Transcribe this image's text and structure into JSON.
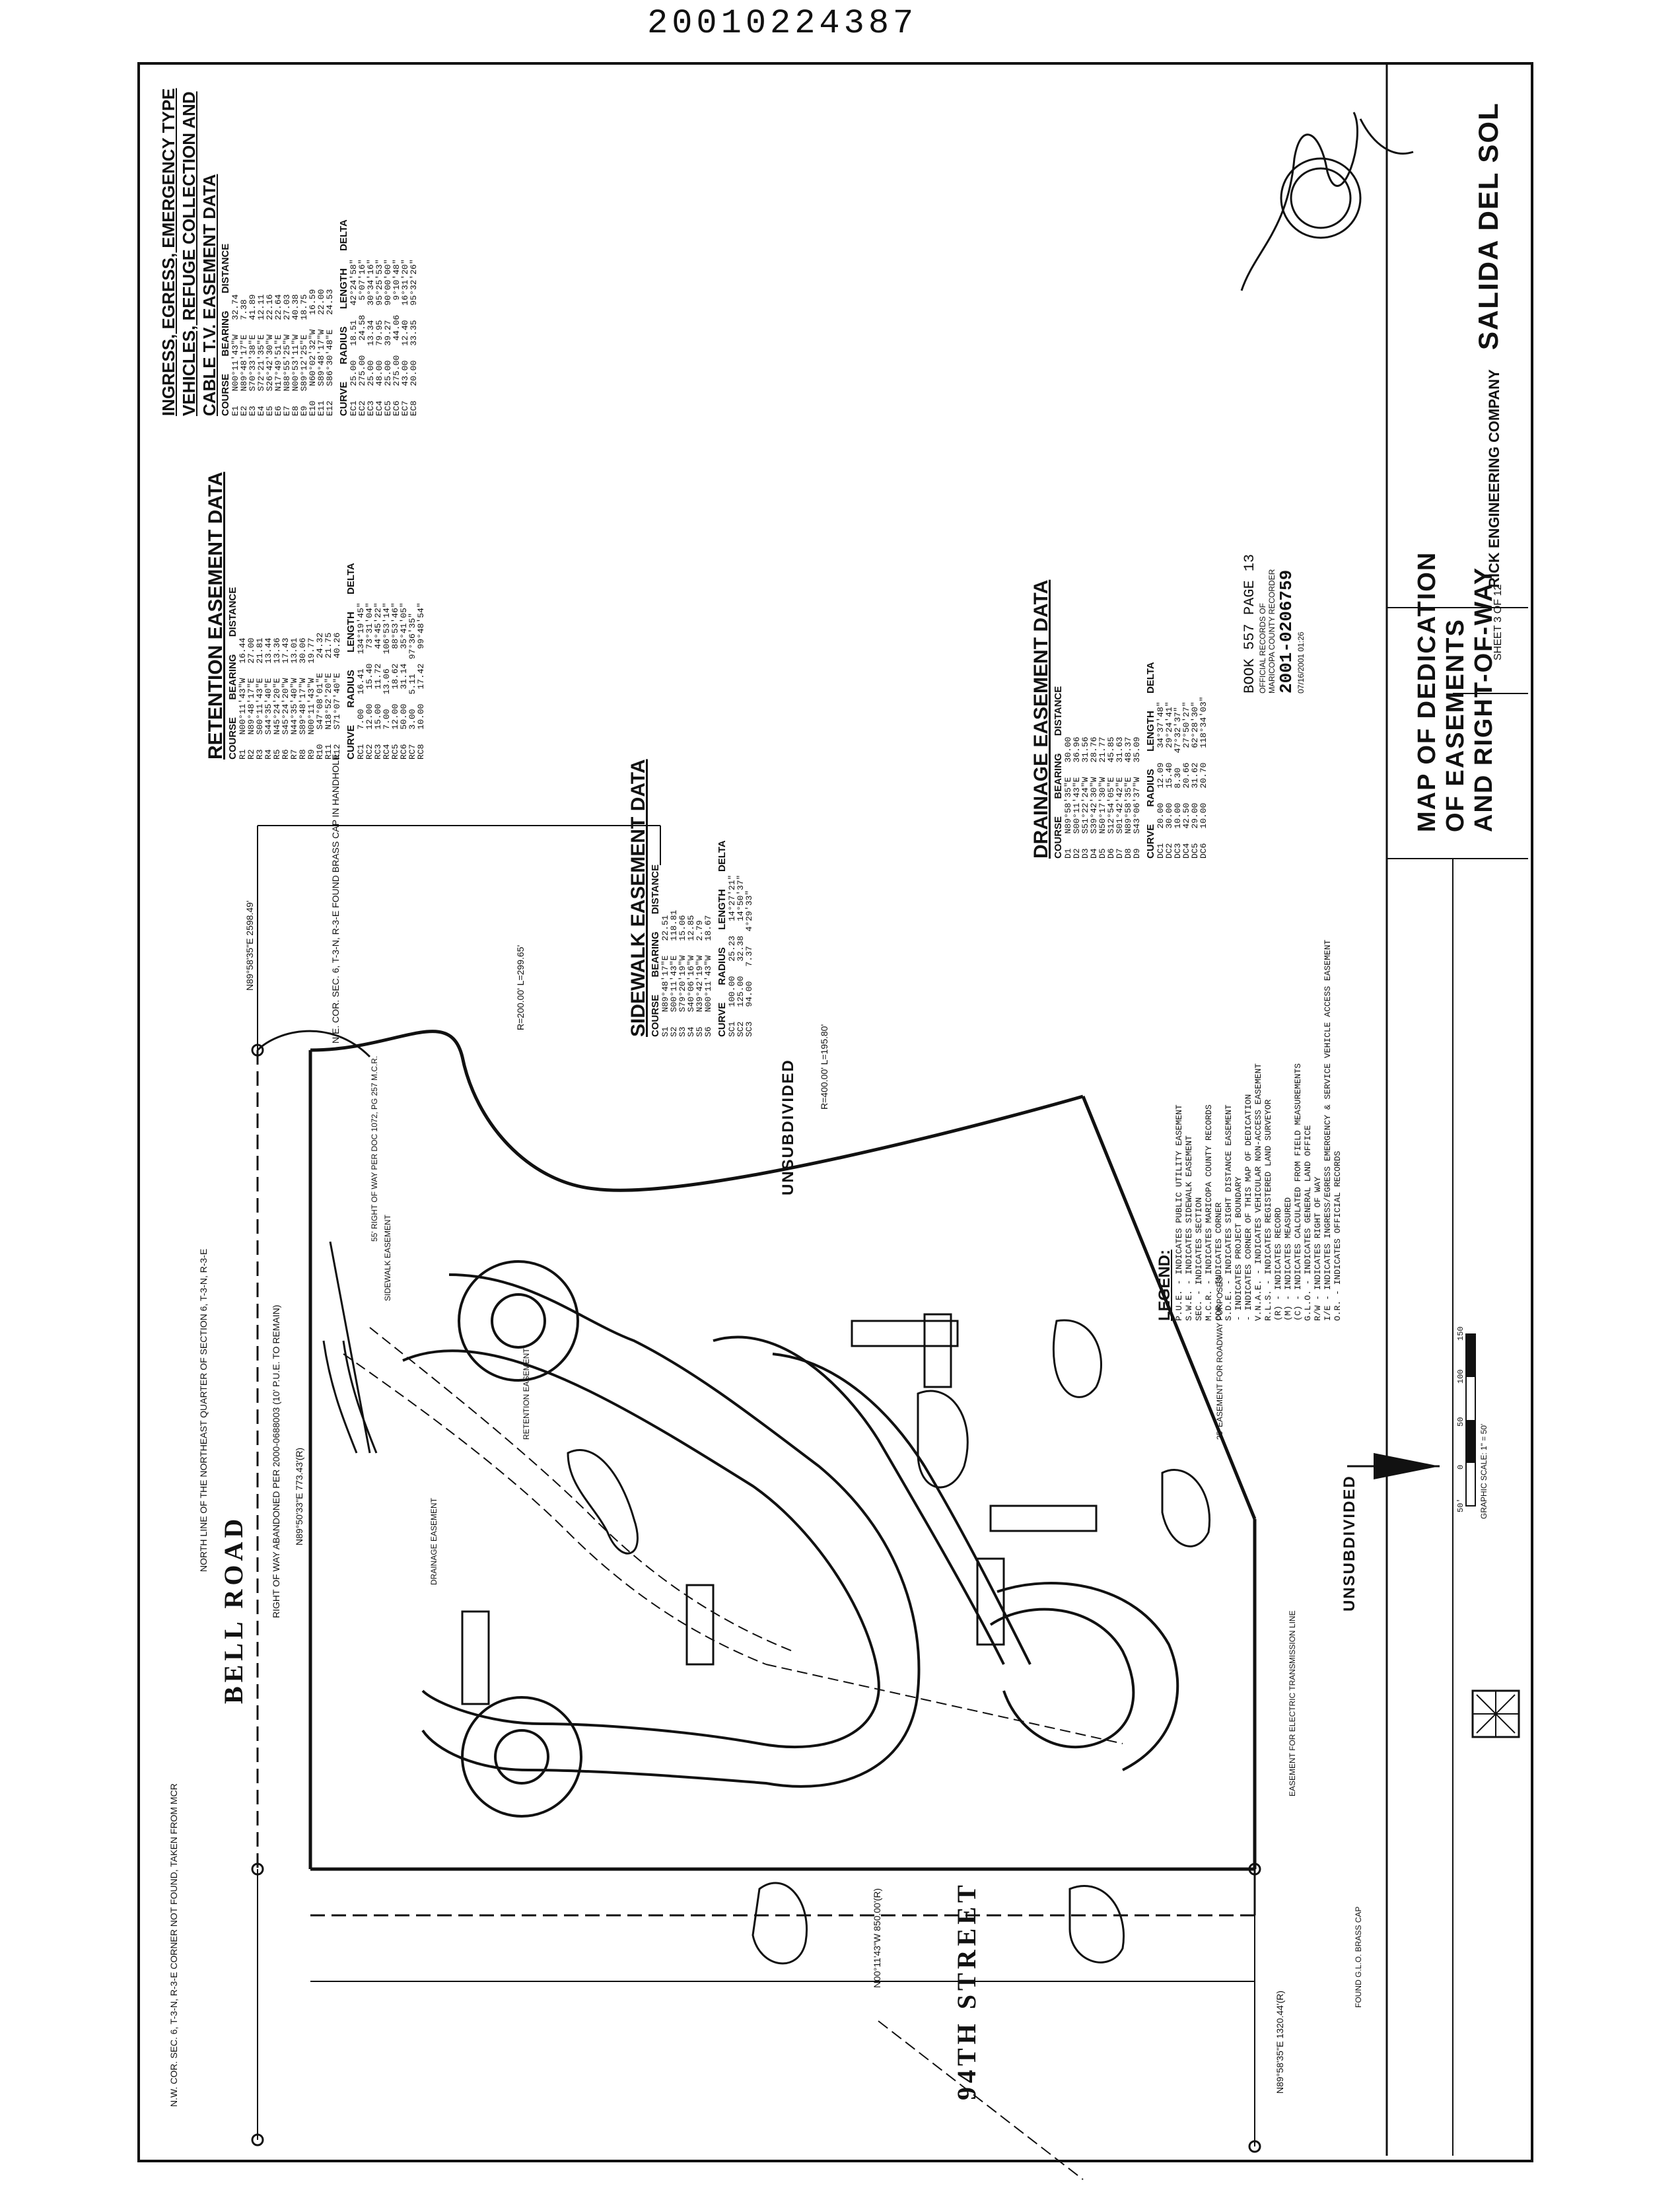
{
  "document_number": "20010224387",
  "map": {
    "subdivision_name": "SALIDA DEL SOL",
    "title_lines": [
      "MAP OF DEDICATION",
      "OF EASEMENTS",
      "AND RIGHT-OF-WAY"
    ],
    "sheet": "SHEET 3 OF 12",
    "engineer": "RICK ENGINEERING COMPANY",
    "recording": [
      "BOOK 557 PAGE 13",
      "OFFICIAL RECORDS OF",
      "MARICOPA COUNTY RECORDER",
      "2001-0206759",
      "07/16/2001 01:26"
    ],
    "scale_label": "GRAPHIC SCALE: 1\" = 50'",
    "scale_ticks": [
      "50'",
      "0",
      "50",
      "100",
      "150"
    ]
  },
  "streets": {
    "bell_road": "BELL ROAD",
    "ninety_fourth": "94TH STREET",
    "unsubdivided": "UNSUBDIVIDED"
  },
  "annotations": {
    "ne_corner": "N.E. COR. SEC. 6, T-3-N, R-3-E FOUND BRASS CAP IN HANDHOLE",
    "north_line": "NORTH LINE OF THE NORTHEAST QUARTER OF SECTION 6, T-3-N, R-3-E",
    "nw_corner": "N.W. COR. SEC. 6, T-3-N, R-3-E CORNER NOT FOUND, TAKEN FROM MCR",
    "row_abandoned": "RIGHT OF WAY ABANDONED PER 2000-0688003 (10' P.U.E. TO REMAIN)",
    "bearing_top": "N89°58'35\"E 2598.49'",
    "bearing_west": "N89°50'33\"E 773.43'(R)",
    "bearing_bottom": "N89°58'35\"E 1320.44'(R)",
    "street_94th_bearing": "N00°11'43\"W 850.00'(R)",
    "curve_top": "R=200.00' L=299.65'",
    "curve_mid": "R=400.00' L=195.80'",
    "sidewalk_easement": "SIDEWALK EASEMENT",
    "drainage_easement": "DRAINAGE EASEMENT",
    "retention_easement": "RETENTION EASEMENT",
    "easement_roadway": "25' EASEMENT FOR ROADWAY PURPOSES",
    "transmission": "EASEMENT FOR ELECTRIC TRANSMISSION LINE",
    "found_gld_brass": "FOUND G.L.O. BRASS CAP",
    "row_55": "55' RIGHT OF WAY PER DOC 1072, PG 257 M.C.R."
  },
  "legend": {
    "title": "LEGEND:",
    "items": [
      "P.U.E. - INDICATES PUBLIC UTILITY EASEMENT",
      "S.W.E. - INDICATES SIDEWALK EASEMENT",
      "SEC. - INDICATES SECTION",
      "M.C.R. - INDICATES MARICOPA COUNTY RECORDS",
      "COR. - INDICATES CORNER",
      "S.D.E. - INDICATES SIGHT DISTANCE EASEMENT",
      "- INDICATES PROJECT BOUNDARY",
      "- INDICATES CORNER OF THIS MAP OF DEDICATION",
      "V.N.A.E. - INDICATES VEHICULAR NON-ACCESS EASEMENT",
      "R.L.S. - INDICATES REGISTERED LAND SURVEYOR",
      "(R) - INDICATES RECORD",
      "(M) - INDICATES MEASURED",
      "(C) - INDICATES CALCULATED FROM FIELD MEASUREMENTS",
      "G.L.O. - INDICATES GENERAL LAND OFFICE",
      "R/W - INDICATES RIGHT OF WAY",
      "I/E - INDICATES INGRESS/EGRESS EMERGENCY & SERVICE VEHICLE ACCESS EASEMENT",
      "O.R. - INDICATES OFFICIAL RECORDS"
    ]
  },
  "tables": {
    "retention": {
      "title": "RETENTION EASEMENT DATA",
      "line_head": [
        "COURSE",
        "BEARING",
        "DISTANCE"
      ],
      "lines": [
        [
          "R1",
          "N00°11'43\"W",
          "16.44"
        ],
        [
          "R2",
          "N89°48'17\"E",
          "27.00"
        ],
        [
          "R3",
          "S00°11'43\"E",
          "21.81"
        ],
        [
          "R4",
          "S44°35'40\"E",
          "13.44"
        ],
        [
          "R5",
          "N45°24'20\"E",
          "13.36"
        ],
        [
          "R6",
          "S45°24'20\"W",
          "17.43"
        ],
        [
          "R7",
          "N44°35'40\"W",
          "13.01"
        ],
        [
          "R8",
          "S89°48'17\"W",
          "30.06"
        ],
        [
          "R9",
          "N00°11'43\"W",
          "19.77"
        ],
        [
          "R10",
          "S47°08'01\"E",
          "24.32"
        ],
        [
          "R11",
          "N18°52'20\"E",
          "21.75"
        ],
        [
          "R12",
          "S71°07'40\"E",
          "40.26"
        ]
      ],
      "curve_head": [
        "CURVE",
        "RADIUS",
        "LENGTH",
        "DELTA"
      ],
      "curves": [
        [
          "RC1",
          "7.00",
          "16.41",
          "134°19'45\""
        ],
        [
          "RC2",
          "12.00",
          "15.40",
          "73°31'04\""
        ],
        [
          "RC3",
          "15.00",
          "11.72",
          "44°45'22\""
        ],
        [
          "RC4",
          "7.00",
          "13.06",
          "106°53'14\""
        ],
        [
          "RC5",
          "12.00",
          "18.62",
          "88°53'46\""
        ],
        [
          "RC6",
          "50.00",
          "31.14",
          "35°41'05\""
        ],
        [
          "RC7",
          "3.00",
          "5.11",
          "97°36'35\""
        ],
        [
          "RC8",
          "10.00",
          "17.42",
          "99°48'54\""
        ]
      ]
    },
    "ingress": {
      "title": "INGRESS, EGRESS, EMERGENCY TYPE VEHICLES, REFUGE COLLECTION AND CABLE T.V. EASEMENT DATA",
      "line_head": [
        "COURSE",
        "BEARING",
        "DISTANCE"
      ],
      "lines": [
        [
          "E1",
          "N00°11'43\"W",
          "32.74"
        ],
        [
          "E2",
          "N89°48'17\"E",
          "7.38"
        ],
        [
          "E3",
          "S70°33'38\"E",
          "41.89"
        ],
        [
          "E4",
          "S72°21'35\"E",
          "12.11"
        ],
        [
          "E5",
          "S26°42'30\"W",
          "22.16"
        ],
        [
          "E6",
          "N17°49'51\"E",
          "22.64"
        ],
        [
          "E7",
          "N88°55'25\"W",
          "27.03"
        ],
        [
          "E8",
          "N00°53'11\"W",
          "40.38"
        ],
        [
          "E9",
          "S89°12'25\"E",
          "18.75"
        ],
        [
          "E10",
          "N60°02'32\"W",
          "16.59"
        ],
        [
          "E11",
          "S89°48'17\"W",
          "22.00"
        ],
        [
          "E12",
          "S86°30'48\"E",
          "24.53"
        ]
      ],
      "curve_head": [
        "CURVE",
        "RADIUS",
        "LENGTH",
        "DELTA"
      ],
      "curves": [
        [
          "EC1",
          "25.00",
          "18.51",
          "42°24'58\""
        ],
        [
          "EC2",
          "275.00",
          "24.58",
          "5°07'16\""
        ],
        [
          "EC3",
          "25.00",
          "13.34",
          "30°34'16\""
        ],
        [
          "EC4",
          "48.00",
          "79.95",
          "95°25'53\""
        ],
        [
          "EC5",
          "25.00",
          "39.27",
          "90°00'00\""
        ],
        [
          "EC6",
          "275.00",
          "44.06",
          "9°10'48\""
        ],
        [
          "EC7",
          "43.00",
          "12.40",
          "16°31'20\""
        ],
        [
          "EC8",
          "20.00",
          "33.35",
          "95°32'26\""
        ]
      ]
    },
    "sidewalk": {
      "title": "SIDEWALK EASEMENT DATA",
      "line_head": [
        "COURSE",
        "BEARING",
        "DISTANCE"
      ],
      "lines": [
        [
          "S1",
          "N89°48'17\"E",
          "22.51"
        ],
        [
          "S2",
          "S00°11'43\"E",
          "118.81"
        ],
        [
          "S3",
          "S79°20'19\"W",
          "15.06"
        ],
        [
          "S4",
          "S40°06'16\"W",
          "12.85"
        ],
        [
          "S5",
          "N39°42'19\"W",
          "2.79"
        ],
        [
          "S6",
          "N00°11'43\"W",
          "18.67"
        ]
      ],
      "curve_head": [
        "CURVE",
        "RADIUS",
        "LENGTH",
        "DELTA"
      ],
      "curves": [
        [
          "SC1",
          "100.00",
          "25.23",
          "14°27'21\""
        ],
        [
          "SC2",
          "125.00",
          "32.38",
          "14°50'37\""
        ],
        [
          "SC3",
          "94.00",
          "7.37",
          "4°29'33\""
        ]
      ]
    },
    "drainage": {
      "title": "DRAINAGE EASEMENT DATA",
      "line_head": [
        "COURSE",
        "BEARING",
        "DISTANCE"
      ],
      "lines": [
        [
          "D1",
          "N89°58'35\"E",
          "30.00"
        ],
        [
          "D2",
          "S00°11'43\"E",
          "36.96"
        ],
        [
          "D3",
          "S51°22'24\"W",
          "31.56"
        ],
        [
          "D4",
          "S39°42'30\"W",
          "28.76"
        ],
        [
          "D5",
          "N50°17'30\"W",
          "21.77"
        ],
        [
          "D6",
          "S12°54'05\"E",
          "45.85"
        ],
        [
          "D7",
          "S01°42'42\"E",
          "31.63"
        ],
        [
          "D8",
          "N89°58'35\"E",
          "48.37"
        ],
        [
          "D9",
          "S43°06'37\"W",
          "35.09"
        ]
      ],
      "curve_head": [
        "CURVE",
        "RADIUS",
        "LENGTH",
        "DELTA"
      ],
      "curves": [
        [
          "DC1",
          "20.00",
          "12.09",
          "34°37'48\""
        ],
        [
          "DC2",
          "30.00",
          "15.40",
          "29°24'41\""
        ],
        [
          "DC3",
          "10.00",
          "8.30",
          "47°32'37\""
        ],
        [
          "DC4",
          "42.50",
          "20.66",
          "27°50'27\""
        ],
        [
          "DC5",
          "29.00",
          "31.62",
          "62°28'30\""
        ],
        [
          "DC6",
          "10.00",
          "20.70",
          "118°34'03\""
        ]
      ]
    }
  }
}
